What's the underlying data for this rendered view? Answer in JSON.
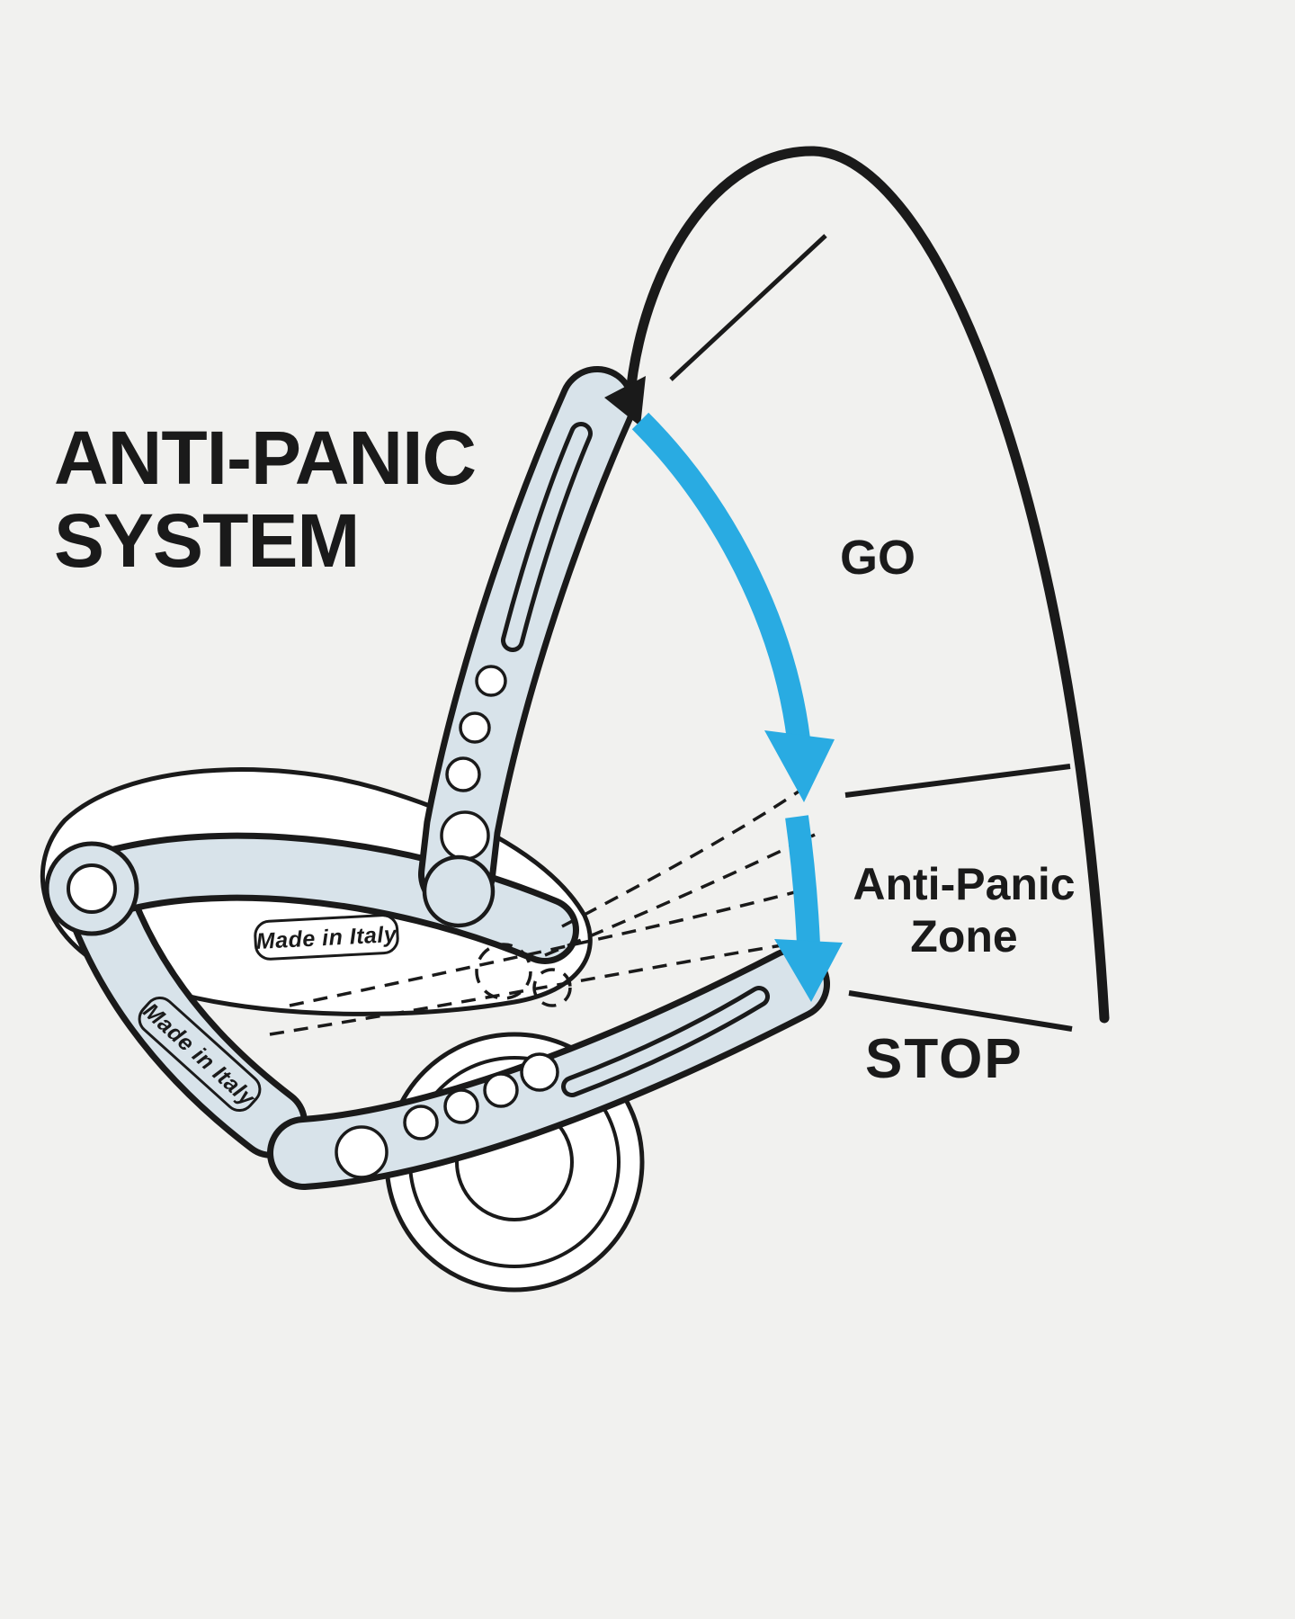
{
  "diagram": {
    "title_line1": "ANTI-PANIC",
    "title_line2": "SYSTEM",
    "zone_go": "GO",
    "zone_anti_panic_line1": "Anti-Panic",
    "zone_anti_panic_line2": "Zone",
    "zone_stop": "STOP",
    "device_marking_upper": "Made in Italy",
    "device_marking_lower": "Made in Italy"
  },
  "colors": {
    "background": "#f1f1ef",
    "line": "#1a1a1a",
    "device_fill": "#d8e3ea",
    "arrow": "#29abe2"
  }
}
